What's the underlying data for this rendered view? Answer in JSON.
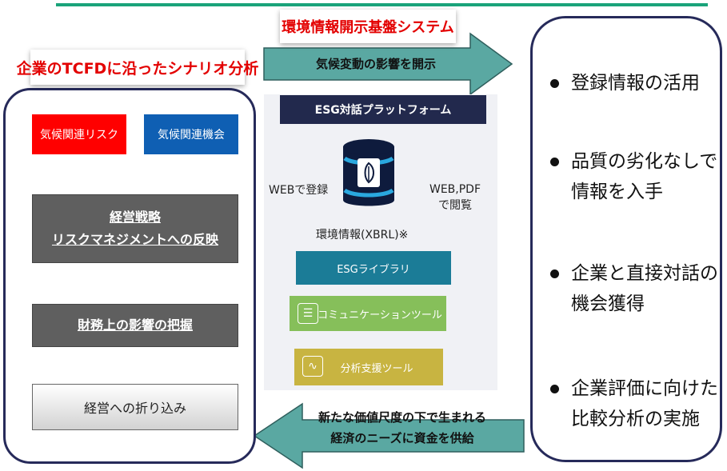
{
  "left_panel": {
    "title": "企業のTCFDに沿ったシナリオ分析",
    "risk_label": "気候関連リスク",
    "opportunity_label": "気候関連機会",
    "strategy_line1": "経営戦略",
    "strategy_line2": "リスクマネジメントへの反映",
    "financial_label": "財務上の影響の把握",
    "incorporation_label": "経営への折り込み"
  },
  "center_panel": {
    "system_title": "環境情報開示基盤システム",
    "top_arrow_label": "気候変動の影響を開示",
    "platform_header": "ESG対話プラットフォーム",
    "web_register": "WEBで登録",
    "web_view_line1": "WEB,PDF",
    "web_view_line2": "で閲覧",
    "xbrl_label": "環境情報(XBRL)※",
    "library_label": "ESGライブラリ",
    "communication_label": "コミュニケーションツール",
    "analysis_label": "分析支援ツール",
    "bottom_arrow_line1": "新たな価値尺度の下で生まれる",
    "bottom_arrow_line2": "経済のニーズに資金を供給"
  },
  "right_panel": {
    "bullets": [
      {
        "line1": "登録情報の活用",
        "line2": ""
      },
      {
        "line1": "品質の劣化なしで",
        "line2": "情報を入手"
      },
      {
        "line1": "企業と直接対話の",
        "line2": "機会獲得"
      },
      {
        "line1": "企業評価に向けた",
        "line2": "比較分析の実施"
      }
    ]
  },
  "colors": {
    "accent_red": "#e30000",
    "risk_red": "#ff0000",
    "opportunity_blue": "#0f5fb3",
    "arrow_teal": "#5aa8a2",
    "frame_navy": "#262a5a",
    "library_teal": "#1b7c97",
    "communication_green": "#86bf5a",
    "analysis_olive": "#c8b441"
  },
  "icons": {
    "database": "database-icon",
    "communication": "chat-icon",
    "analysis": "chart-icon"
  }
}
